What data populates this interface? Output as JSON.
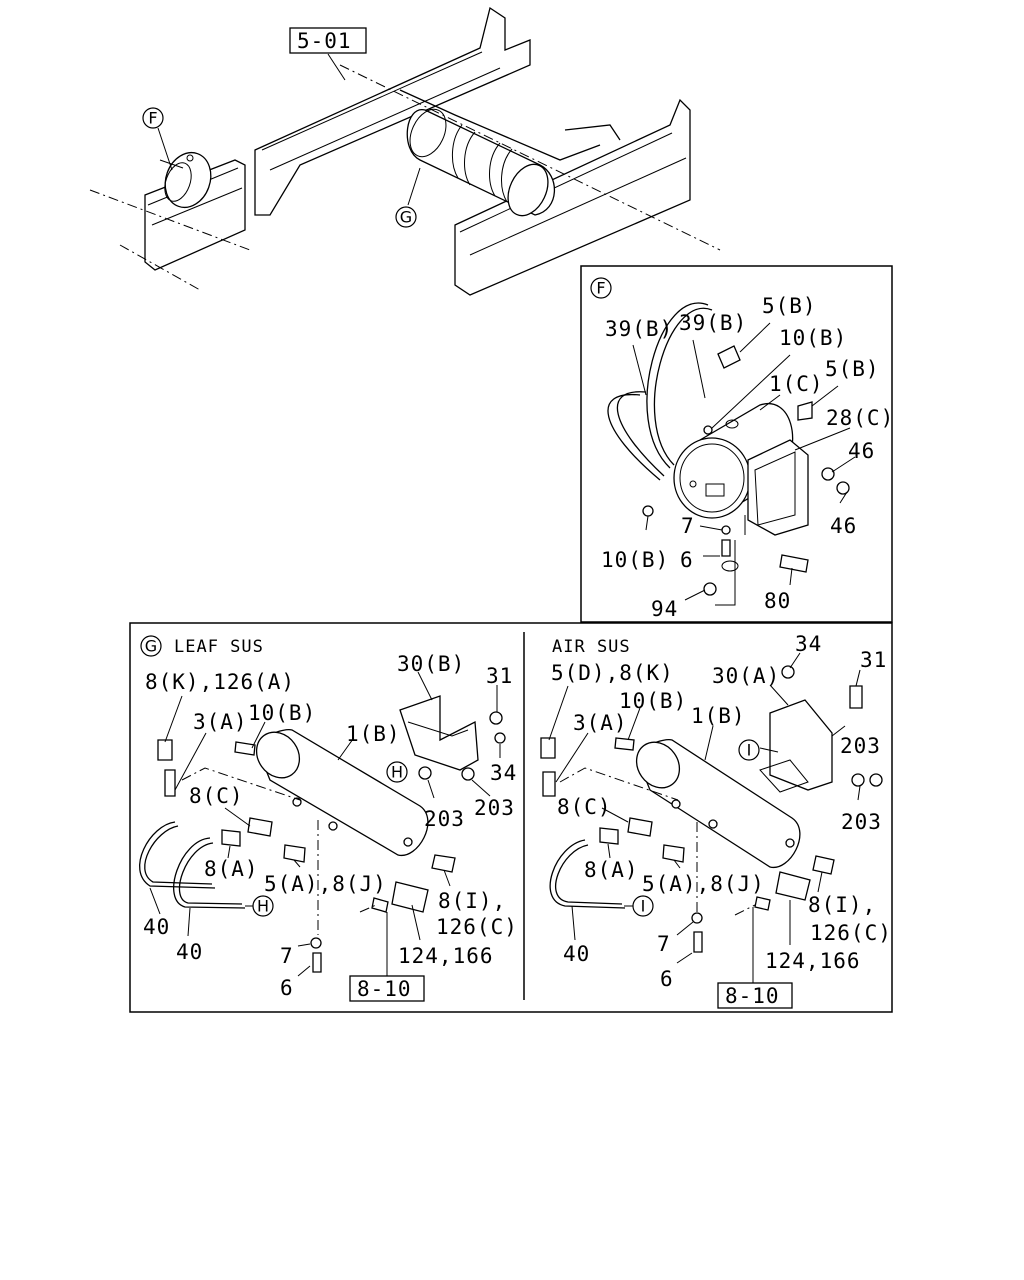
{
  "refs": {
    "frame": "5-01",
    "leaf_pipe": "8-10",
    "air_pipe": "8-10"
  },
  "callouts": {
    "top_f": "F",
    "top_g": "G",
    "detail_f": "F",
    "leaf_g": "G",
    "leaf_h_bracket": "H",
    "leaf_h_pipe": "H",
    "air_i_bracket": "I",
    "air_i_pipe": "I"
  },
  "section_titles": {
    "leaf": "LEAF SUS",
    "air": "AIR SUS"
  },
  "detail_f": {
    "p39b_a": "39(B)",
    "p39b_b": "39(B)",
    "p5b_a": "5(B)",
    "p10b_a": "10(B)",
    "p5b_b": "5(B)",
    "p1c": "1(C)",
    "p28c": "28(C)",
    "p46_a": "46",
    "p46_b": "46",
    "p7": "7",
    "p10b_b": "10(B)",
    "p6": "6",
    "p80": "80",
    "p94": "94"
  },
  "leaf": {
    "p8k126a": "8(K),126(A)",
    "p3a": "3(A)",
    "p10b": "10(B)",
    "p1b": "1(B)",
    "p30b": "30(B)",
    "p31": "31",
    "p34": "34",
    "p203_a": "203",
    "p203_b": "203",
    "p8c": "8(C)",
    "p8a": "8(A)",
    "p5a8j": "5(A),8(J)",
    "p8i": "8(I),",
    "p126c": "126(C)",
    "p124166": "124,166",
    "p40_a": "40",
    "p40_b": "40",
    "p7": "7",
    "p6": "6"
  },
  "air": {
    "p5d8k": "5(D),8(K)",
    "p10b": "10(B)",
    "p3a": "3(A)",
    "p1b": "1(B)",
    "p34": "34",
    "p30a": "30(A)",
    "p31": "31",
    "p203_a": "203",
    "p203_b": "203",
    "p8c": "8(C)",
    "p8a": "8(A)",
    "p5a8j": "5(A),8(J)",
    "p8i": "8(I),",
    "p126c": "126(C)",
    "p124166": "124,166",
    "p40": "40",
    "p7": "7",
    "p6": "6"
  }
}
